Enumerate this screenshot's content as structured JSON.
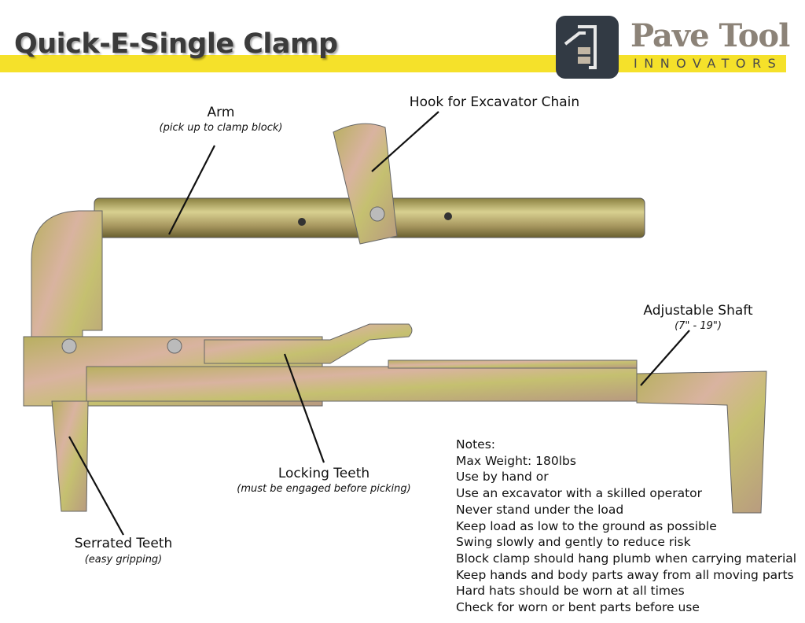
{
  "header": {
    "title": "Quick-E-Single Clamp",
    "brand_name": "Pave Tool",
    "brand_tagline": "INNOVATORS"
  },
  "labels": {
    "arm": {
      "title": "Arm",
      "subtitle": "(pick up to clamp block)"
    },
    "hook": {
      "title": "Hook for Excavator Chain"
    },
    "shaft": {
      "title": "Adjustable Shaft",
      "subtitle": "(7\" - 19\")"
    },
    "locking": {
      "title": "Locking Teeth",
      "subtitle": "(must be engaged before picking)"
    },
    "serrated": {
      "title": "Serrated Teeth",
      "subtitle": "(easy gripping)"
    }
  },
  "notes": {
    "heading": "Notes:",
    "items": [
      "Max Weight: 180lbs",
      "Use by hand or",
      "Use an excavator with a skilled operator",
      "Never stand under the load",
      "Keep load as low to the ground as possible",
      "Swing slowly and gently to reduce risk",
      "Block clamp should hang plumb when carrying material",
      "Keep hands and body parts away from all moving parts",
      "Hard hats should be worn at all times",
      "Check for worn or bent parts before use"
    ]
  },
  "colors": {
    "accent_yellow": "#f5e12a",
    "logo_bg": "#323a44",
    "brand_text": "#8c8378"
  }
}
